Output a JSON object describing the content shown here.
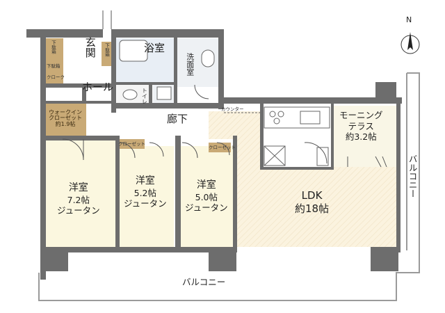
{
  "compass": {
    "label": "N"
  },
  "rooms": {
    "genkan": "玄関",
    "yokushitsu": "浴室",
    "senmenshitsu": "洗面室",
    "hall": "ホール",
    "toilet": "トイレ",
    "rouka": "廊下",
    "counter": "カウンター",
    "walkin": [
      "ウォークイン",
      "クローゼット",
      "約1.9帖"
    ],
    "morning_terrace": [
      "モーニング",
      "テラス",
      "約3.2帖"
    ],
    "yoshitsu_a": [
      "洋室",
      "7.2帖",
      "ジュータン"
    ],
    "yoshitsu_b": [
      "洋室",
      "5.2帖",
      "ジュータン"
    ],
    "yoshitsu_c": [
      "洋室",
      "5.0帖",
      "ジュータン"
    ],
    "ldk": [
      "LDK",
      "約18帖"
    ],
    "balcony_right": "バルコニー",
    "balcony_bottom": "バルコニー"
  },
  "storage": {
    "getabako_1": "下駄箱",
    "getabako_2": "下駄箱",
    "getabako_3": "下駄箱",
    "closet_entry": "クローク",
    "closet_a": "クローゼット",
    "closet_c": "クローゼット"
  },
  "colors": {
    "wall": "#6d6d6d",
    "room_floor": "#fbf7df",
    "ldk_floor": "#fbf3df",
    "wet_floor": "#e8eef5",
    "closet_floor": "#c9aa76",
    "balcony_line": "#9a9a9a"
  }
}
